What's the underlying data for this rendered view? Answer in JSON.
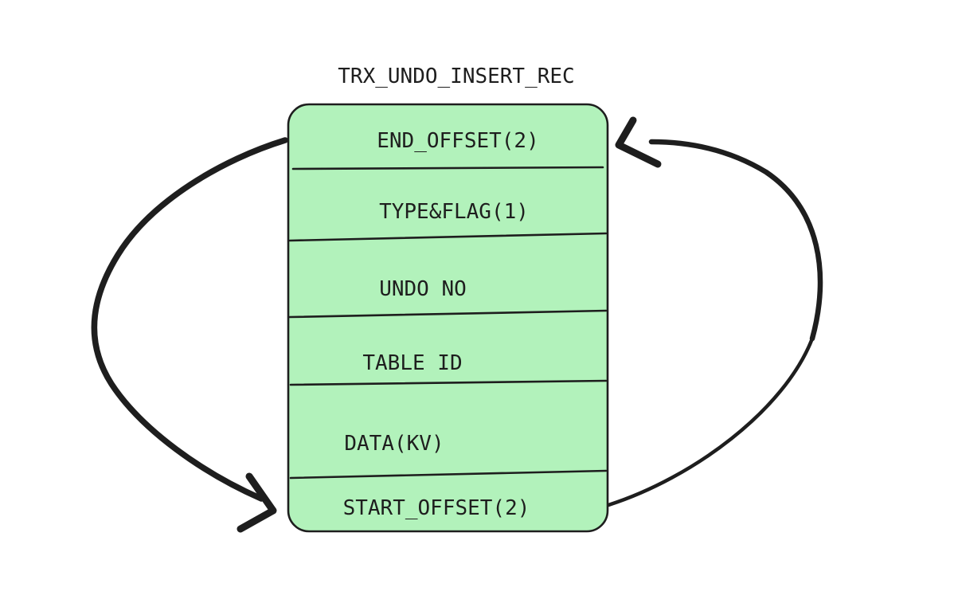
{
  "diagram": {
    "title": "TRX_UNDO_INSERT_REC",
    "record_rows": [
      "END_OFFSET(2)",
      "TYPE&FLAG(1)",
      "UNDO NO",
      "TABLE ID",
      "DATA(KV)",
      "START_OFFSET(2)"
    ],
    "colors": {
      "box_fill": "#b2f2bb",
      "stroke": "#1e1e1e",
      "background": "#ffffff"
    },
    "arrows": [
      {
        "name": "left-loop-arrow",
        "points_to": "START_OFFSET(2)"
      },
      {
        "name": "right-loop-arrow",
        "points_to": "END_OFFSET(2)"
      }
    ]
  }
}
